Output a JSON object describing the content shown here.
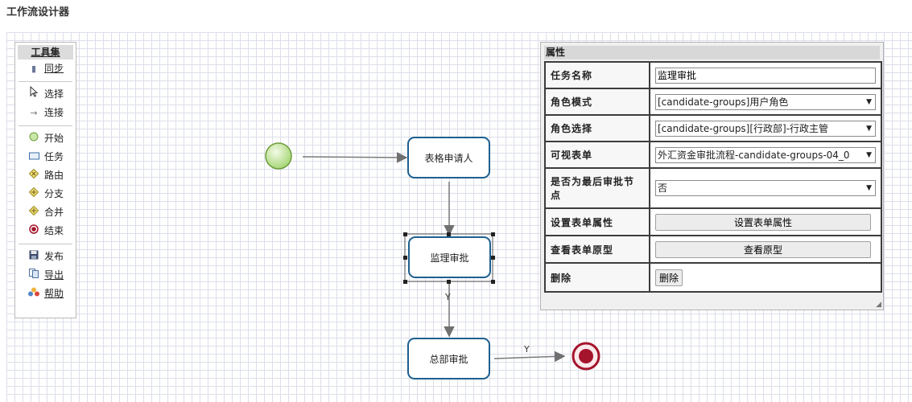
{
  "page": {
    "title": "工作流设计器"
  },
  "toolbox": {
    "title": "工具集",
    "items": [
      {
        "label": "同步",
        "icon": "sync-icon"
      },
      {
        "label": "选择",
        "icon": "cursor-icon"
      },
      {
        "label": "连接",
        "icon": "arrow-icon"
      },
      {
        "label": "开始",
        "icon": "start-circle-icon"
      },
      {
        "label": "任务",
        "icon": "task-rect-icon"
      },
      {
        "label": "路由",
        "icon": "diamond-icon"
      },
      {
        "label": "分支",
        "icon": "diamond-icon"
      },
      {
        "label": "合并",
        "icon": "diamond-icon"
      },
      {
        "label": "结束",
        "icon": "end-circle-icon"
      },
      {
        "label": "发布",
        "icon": "save-icon"
      },
      {
        "label": "导出",
        "icon": "export-icon"
      },
      {
        "label": "帮助",
        "icon": "help-icon"
      }
    ]
  },
  "diagram": {
    "nodes": {
      "applicant": "表格申请人",
      "supervision": "监理审批",
      "headquarters": "总部审批"
    },
    "edge_labels": {
      "supervision_to_hq": "Y",
      "hq_to_end": "Y"
    },
    "colors": {
      "task_border": "#1d5f8f",
      "start_fill": "#c9e8a6",
      "end_fill": "#a0102a",
      "edge": "#7a7a7a"
    }
  },
  "properties": {
    "title": "属性",
    "rows": {
      "task_name": {
        "label": "任务名称",
        "value": "监理审批"
      },
      "role_mode": {
        "label": "角色模式",
        "value": "[candidate-groups]用户角色"
      },
      "role_select": {
        "label": "角色选择",
        "value": "[candidate-groups][行政部]-行政主管"
      },
      "visible_form": {
        "label": "可视表单",
        "value": "外汇资金审批流程-candidate-groups-04_0"
      },
      "is_last": {
        "label": "是否为最后审批节点",
        "value": "否"
      },
      "set_form_props": {
        "label": "设置表单属性",
        "button": "设置表单属性"
      },
      "view_form": {
        "label": "查看表单原型",
        "button": "查看原型"
      },
      "delete": {
        "label": "删除",
        "button": "删除"
      }
    }
  }
}
